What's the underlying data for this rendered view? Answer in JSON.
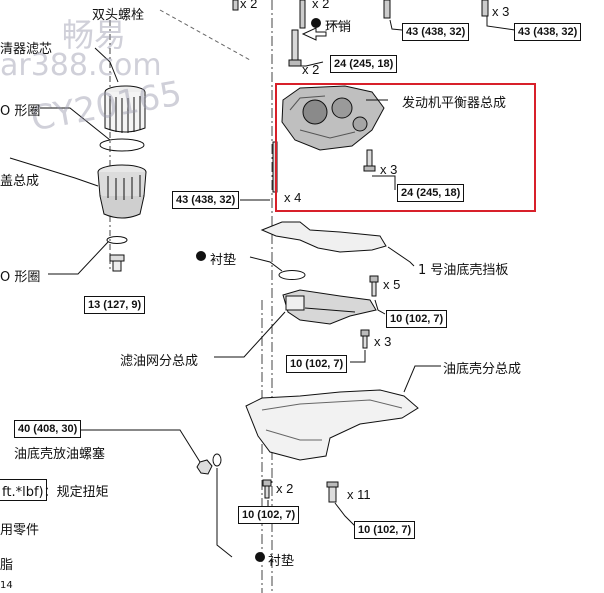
{
  "labels": {
    "double_head_bolt": "双头螺栓",
    "filter_element": "清器滤芯",
    "o_ring_top": "O 形圈",
    "cover_assy": "盖总成",
    "o_ring_bottom": "O 形圈",
    "ring_pin": "环销",
    "balancer_assy": "发动机平衡器总成",
    "gasket_1": "衬垫",
    "baffle_plate": "1 号油底壳挡板",
    "strainer_assy": "滤油网分总成",
    "oil_pan_assy": "油底壳分总成",
    "drain_plug": "油底壳放油螺塞",
    "torque_legend": "ft.*lbf)：规定扭矩",
    "parts_note": "用零件",
    "bottom_note_1": "脂",
    "bottom_note_2": "14",
    "gasket_2": "衬垫"
  },
  "torque_boxes": {
    "t43_a": "43 (438, 32)",
    "t43_b": "43 (438, 32)",
    "t24_a": "24 (245, 18)",
    "t43_c": "43 (438, 32)",
    "t24_b": "24 (245, 18)",
    "t13": "13 (127, 9)",
    "t10_a": "10 (102, 7)",
    "t10_b": "10 (102, 7)",
    "t40": "40 (408, 30)",
    "t10_c": "10 (102, 7)",
    "t10_d": "10 (102, 7)"
  },
  "quantities": {
    "q_top_x2_a": "x 2",
    "q_top_x2_b": "x 2",
    "q_top_x3": "x 3",
    "q_bolt_x2": "x 2",
    "q_balancer_x3": "x 3",
    "q_balancer_x4": "x 4",
    "q_baffle_x5": "x 5",
    "q_strainer_x3": "x 3",
    "q_pan_x2": "x 2",
    "q_pan_x11": "x 11"
  },
  "watermarks": {
    "w1": "畅易",
    "w2": "ar388.com",
    "w3": "CY20165"
  },
  "colors": {
    "highlight": "#d8202a",
    "line": "#111111"
  }
}
